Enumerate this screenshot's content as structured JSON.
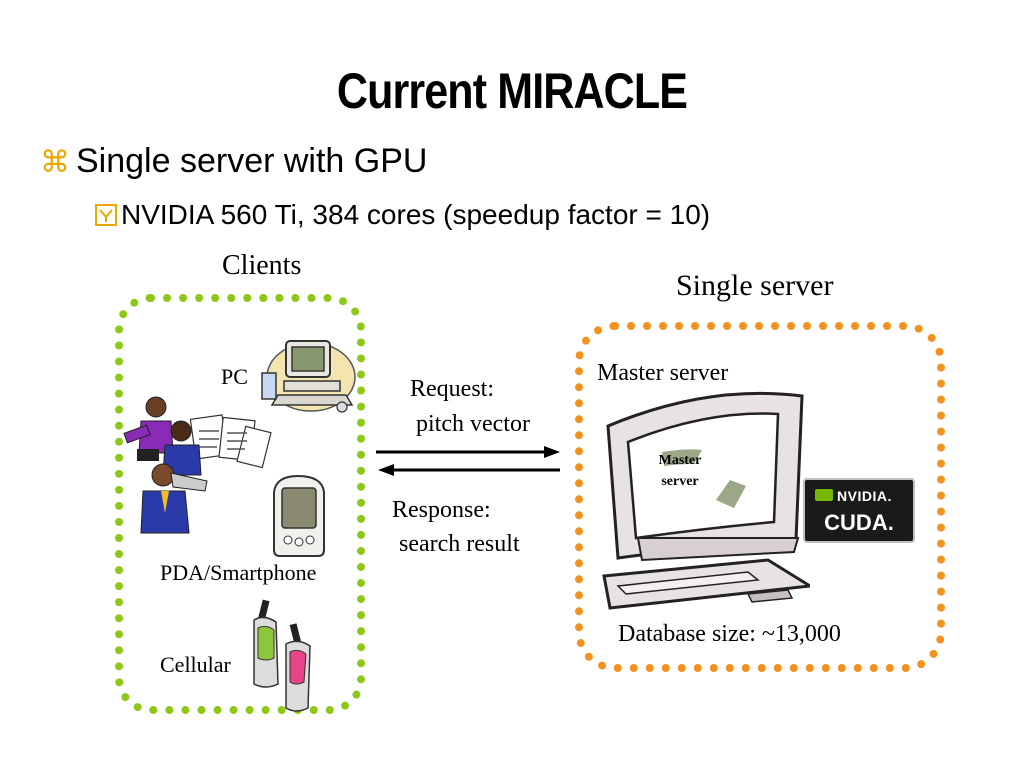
{
  "slide": {
    "title": "Current MIRACLE",
    "bullet1_marker": "⌘",
    "bullet1": "Single server with GPU",
    "bullet2": "NVIDIA 560 Ti, 384 cores (speedup factor = 10)"
  },
  "clients": {
    "heading": "Clients",
    "pc_label": "PC",
    "pda_label": "PDA/Smartphone",
    "cellular_label": "Cellular"
  },
  "arrows": {
    "request_line1": "Request:",
    "request_line2": "pitch vector",
    "response_line1": "Response:",
    "response_line2": "search result"
  },
  "server": {
    "heading": "Single server",
    "master_label": "Master server",
    "screen_line1": "Master",
    "screen_line2": "server",
    "database": "Database size: ~13,000",
    "nvidia_text": "NVIDIA.",
    "cuda_text": "CUDA."
  },
  "colors": {
    "clients_border": "#8cc818",
    "server_border": "#f5921e",
    "bullet_marker": "#e8a800"
  }
}
